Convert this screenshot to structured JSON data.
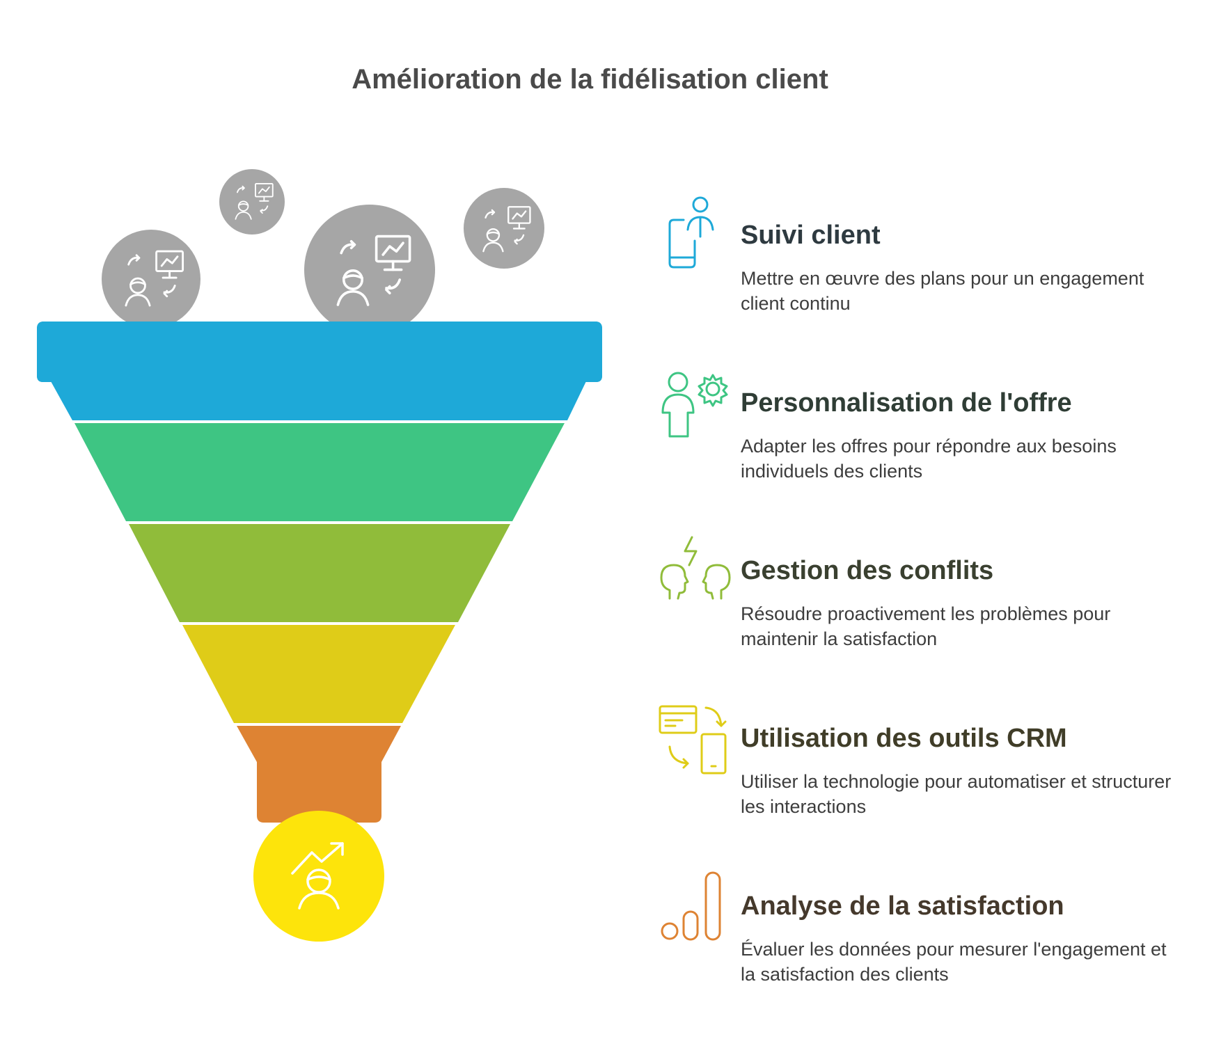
{
  "title": "Amélioration de la fidélisation client",
  "stages": [
    {
      "title": "Suivi client",
      "description": "Mettre en œuvre des plans pour un engagement client continu",
      "color": "#1ea9d8",
      "title_color": "#2e3a40",
      "icon": "user-phone-icon"
    },
    {
      "title": "Personnalisation de l'offre",
      "description": "Adapter les offres pour répondre aux besoins individuels des clients",
      "color": "#3ec583",
      "title_color": "#2f3d35",
      "icon": "person-gear-icon"
    },
    {
      "title": "Gestion des conflits",
      "description": "Résoudre proactivement les problèmes pour maintenir la satisfaction",
      "color": "#90bc3a",
      "title_color": "#3a4030",
      "icon": "heads-lightning-icon"
    },
    {
      "title": "Utilisation des outils CRM",
      "description": "Utiliser la technologie pour automatiser et structurer les interactions",
      "color": "#dfcc18",
      "title_color": "#403d28",
      "icon": "crm-sync-icon"
    },
    {
      "title": "Analyse de la satisfaction",
      "description": "Évaluer les données pour mesurer l'engagement et la satisfaction des clients",
      "color": "#de8333",
      "title_color": "#45392c",
      "icon": "bar-chart-icon"
    }
  ],
  "funnel": {
    "input_bubble_color": "#a6a6a6",
    "input_icon": "customer-presentation-icon",
    "output_color": "#fde40b",
    "output_icon": "person-growth-icon"
  }
}
